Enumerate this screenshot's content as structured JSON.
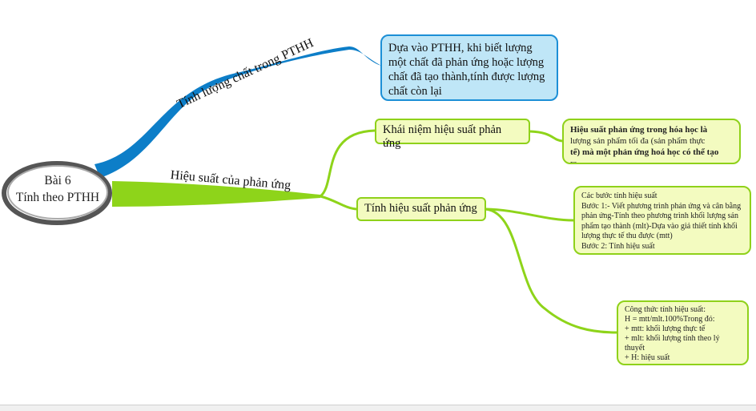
{
  "central": {
    "line1": "Bài 6",
    "line2": "Tính theo PTHH"
  },
  "branches": [
    {
      "label": "Tính lượng chất trong PTHH",
      "color": "#0d7ec8",
      "note": "Dựa vào PTHH, khi biết lượng một chất đã phản ứng hoặc lượng chất đã tạo thành,tính được lượng chất còn lại"
    },
    {
      "label": "Hiệu suất của phản ứng",
      "color": "#8ed41a",
      "children": [
        {
          "label": "Khái niệm hiệu suất phản ứng",
          "note": [
            "Hiệu suất phản ứng trong hóa học là",
            "lượng sản phẩm tối đa (sản phẩm thực",
            "tế) mà một phản ứng hoá học có thể tạo",
            "ra"
          ]
        },
        {
          "label": "Tính hiệu suất phản ứng",
          "notes": [
            [
              "Các bước tính hiệu suất",
              "Bước 1:- Viết phương trình phản ứng và cân bằng phản ứng-Tính theo phương trình khối lượng sản phẩm tạo thành (mlt)-Dựa vào giả thiết tính khối lượng thực tế thu được (mtt)",
              "Bước 2: Tính hiệu suất"
            ],
            [
              "Công thức tính hiệu suất:",
              "H = mtt/mlt.100%Trong đó:",
              "+ mtt: khối lượng thực tế",
              "+ mlt: khối lượng tính theo lý thuyết",
              "+ H: hiệu suất"
            ]
          ]
        }
      ]
    }
  ]
}
